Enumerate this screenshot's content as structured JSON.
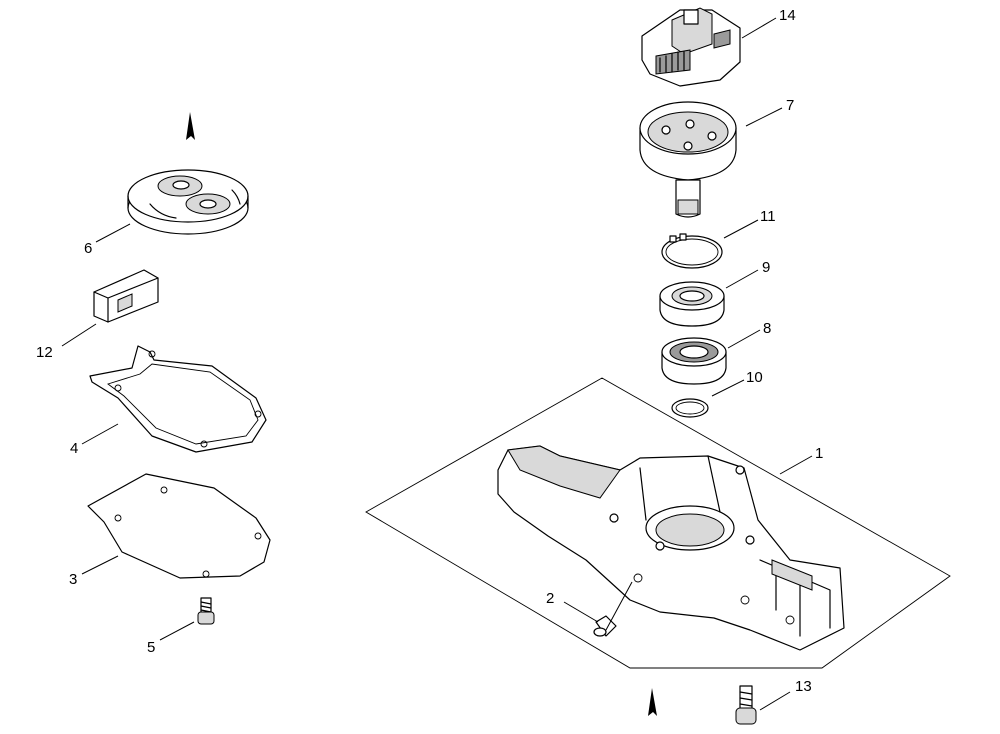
{
  "callouts": {
    "c1": "1",
    "c2": "2",
    "c3": "3",
    "c4": "4",
    "c5": "5",
    "c6": "6",
    "c7": "7",
    "c8": "8",
    "c9": "9",
    "c10": "10",
    "c11": "11",
    "c12": "12",
    "c13": "13",
    "c14": "14"
  },
  "colors": {
    "line": "#000000",
    "background": "#ffffff",
    "shade": "#d9d9d9"
  }
}
